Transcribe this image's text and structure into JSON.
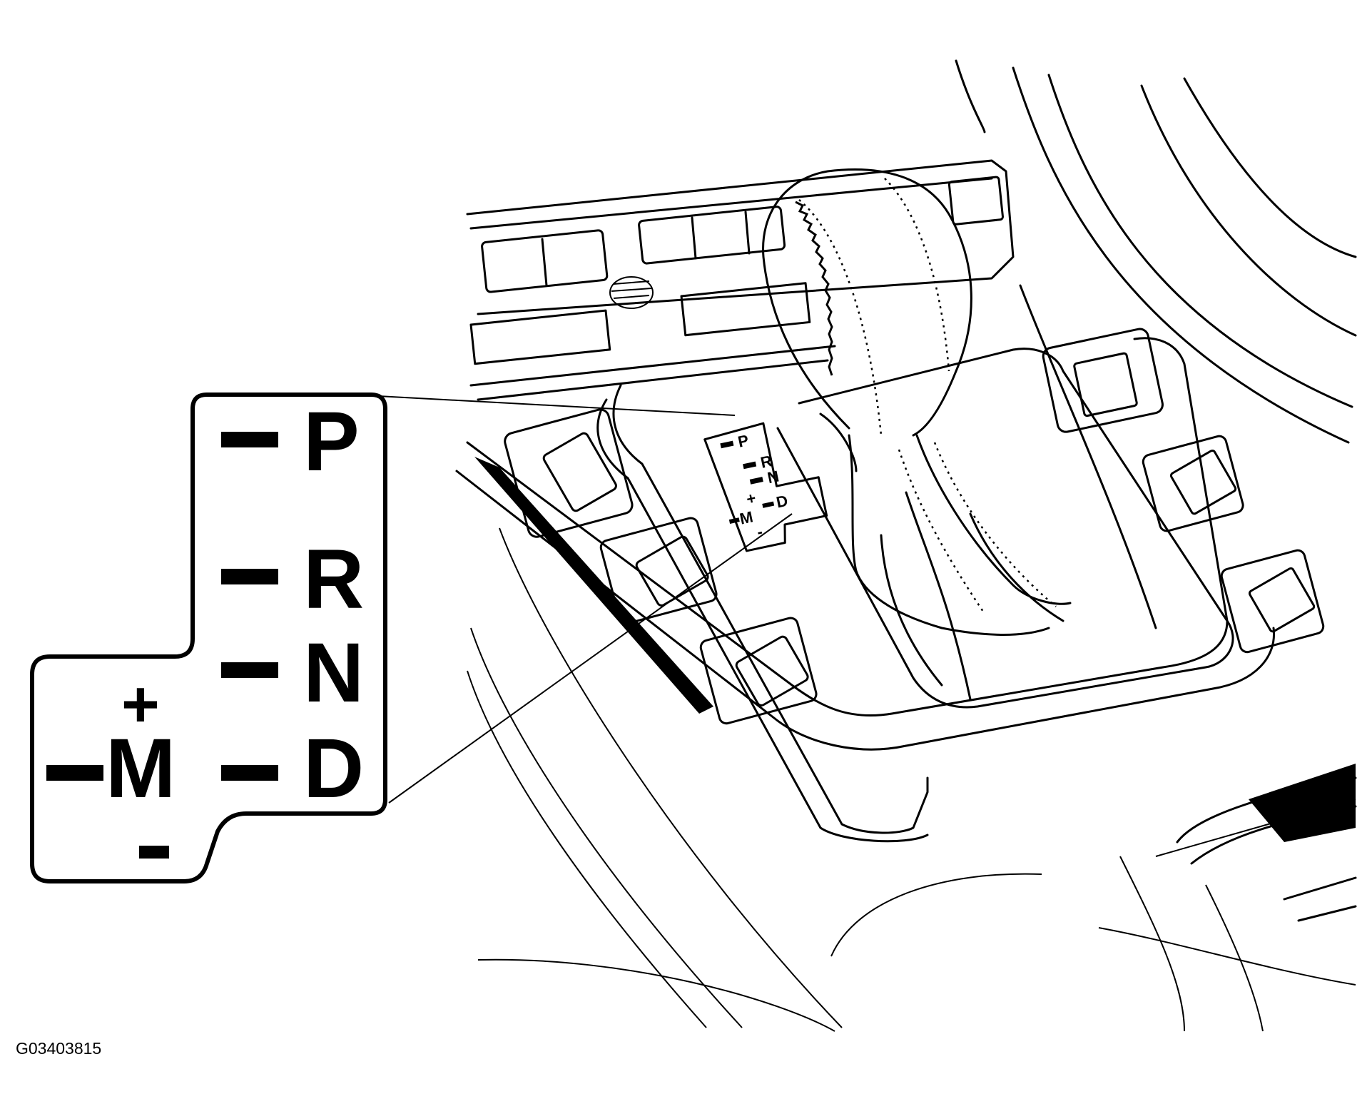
{
  "callout": {
    "positions": [
      "P",
      "R",
      "N",
      "D"
    ],
    "manual_label": "M",
    "plus_sign": "+",
    "minus_sign": "-"
  },
  "gate_plate": {
    "positions": [
      "P",
      "R",
      "N",
      "D"
    ],
    "manual_label": "M",
    "plus_sign": "+",
    "minus_sign": "-"
  },
  "figure_id": "G03403815"
}
